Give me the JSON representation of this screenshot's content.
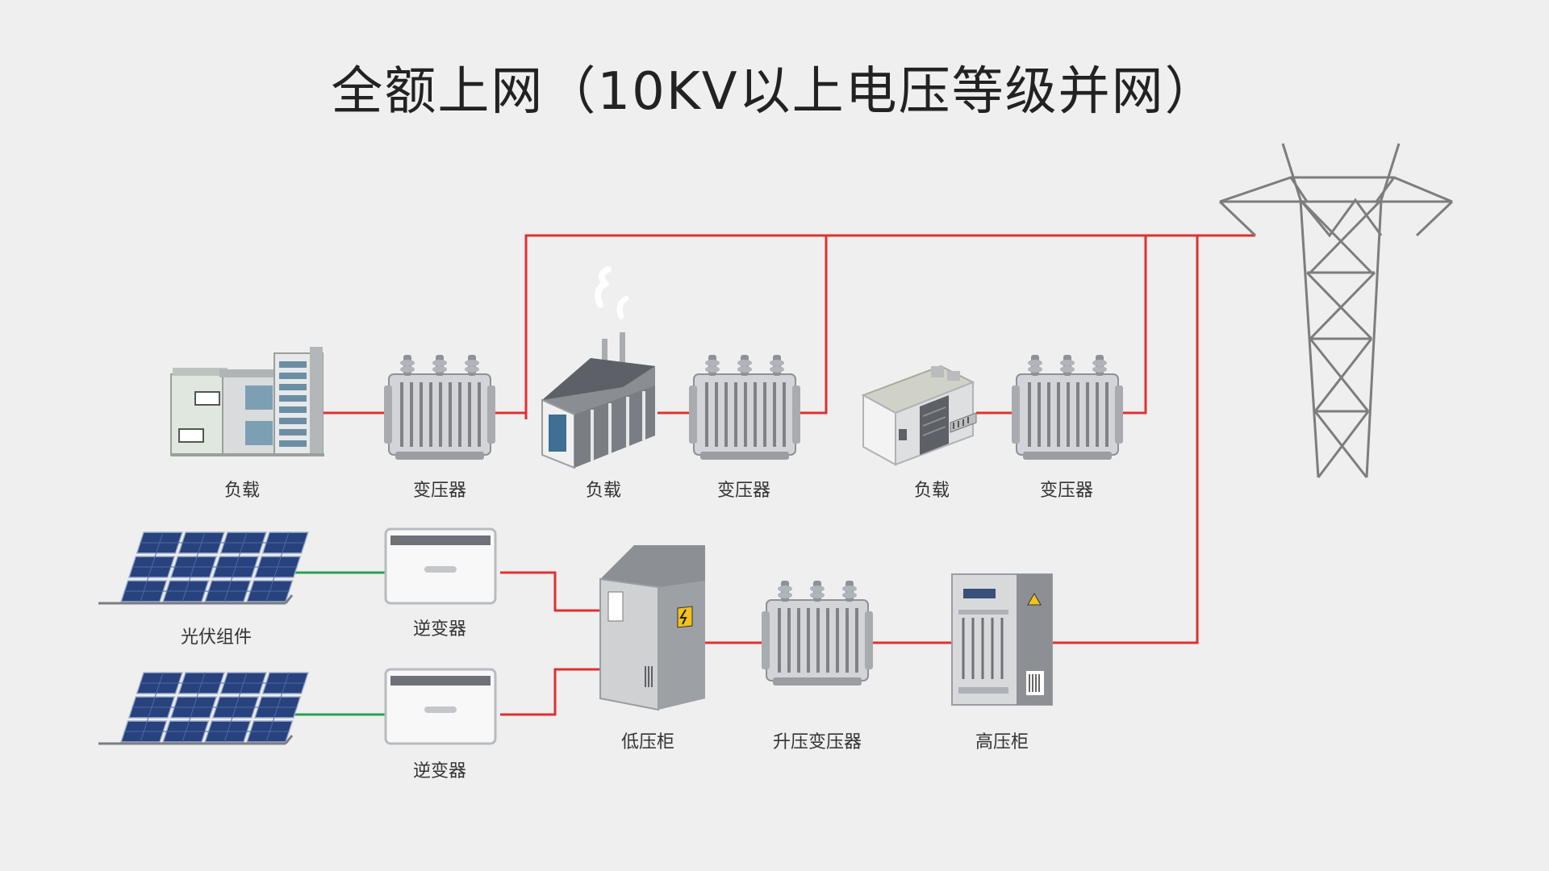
{
  "title": "全额上网（10KV以上电压等级并网）",
  "colors": {
    "ac_line": "#e03030",
    "dc_line": "#2aa050",
    "equipment": "#b9bcc0",
    "tower": "#7d7d7d"
  },
  "labels": {
    "load1": "负载",
    "transformer1": "变压器",
    "load2": "负载",
    "transformer2": "变压器",
    "load3": "负载",
    "transformer3": "变压器",
    "pv": "光伏组件",
    "inverter1": "逆变器",
    "inverter2": "逆变器",
    "lv_cabinet": "低压柜",
    "step_up": "升压变压器",
    "hv_cabinet": "高压柜"
  },
  "icons": {
    "load1": "office-buildings-icon",
    "load2": "factory-icon",
    "load3": "commercial-building-icon",
    "transformer": "transformer-icon",
    "pv": "solar-panel-array-icon",
    "inverter": "inverter-icon",
    "lv_cabinet": "low-voltage-cabinet-icon",
    "hv_cabinet": "high-voltage-cabinet-icon",
    "tower": "transmission-tower-icon"
  }
}
